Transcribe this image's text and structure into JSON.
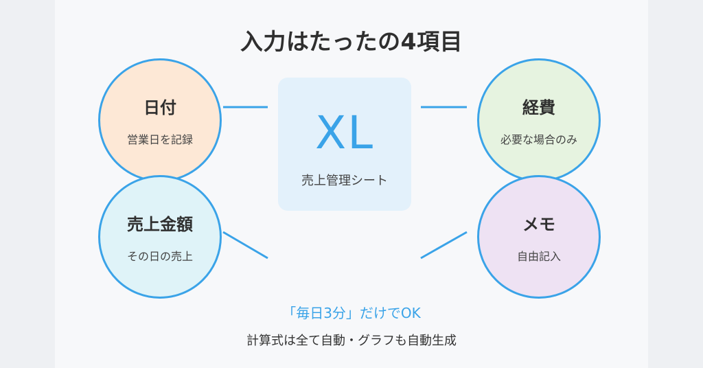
{
  "title": "入力はたったの4項目",
  "center": {
    "label": "XL",
    "caption": "売上管理シート"
  },
  "items": {
    "date": {
      "title": "日付",
      "desc": "営業日を記録"
    },
    "sales": {
      "title": "売上金額",
      "desc": "その日の売上"
    },
    "expenses": {
      "title": "経費",
      "desc": "必要な場合のみ"
    },
    "memo": {
      "title": "メモ",
      "desc": "自由記入"
    }
  },
  "footer": {
    "highlight": "「毎日3分」だけでOK",
    "note": "計算式は全て自動・グラフも自動生成"
  },
  "colors": {
    "accent": "#3aa3e8",
    "date_bg": "#fde8d6",
    "sales_bg": "#dff3f8",
    "expenses_bg": "#e6f3e0",
    "memo_bg": "#eee2f3",
    "center_bg": "#e3f1fb"
  }
}
